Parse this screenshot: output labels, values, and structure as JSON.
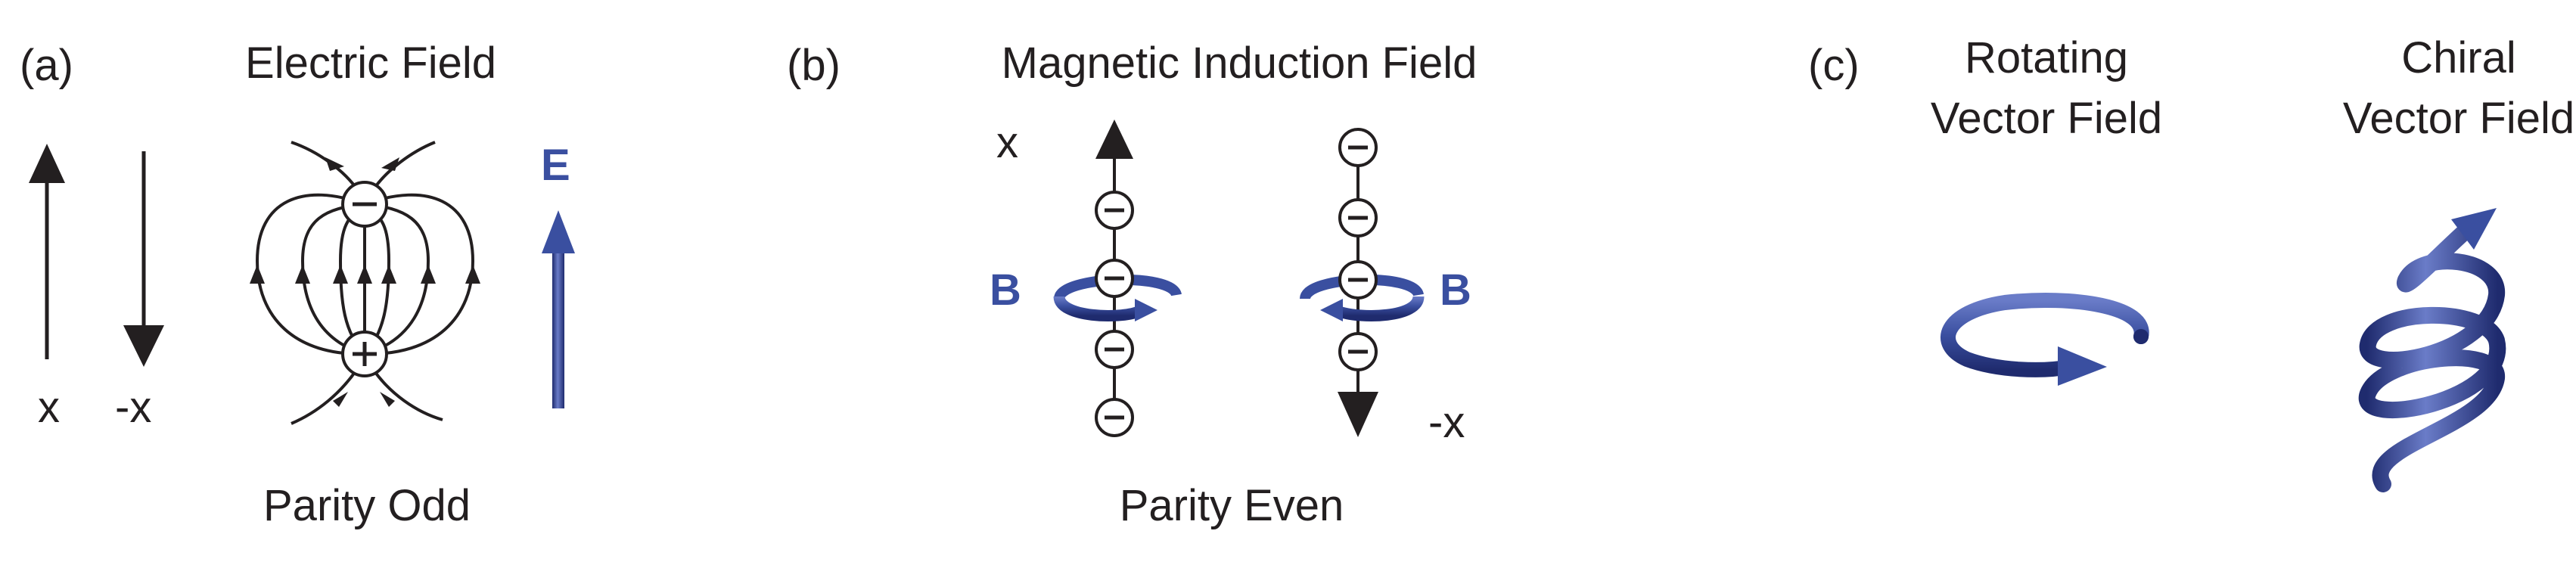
{
  "colors": {
    "ink": "#231f20",
    "field_blue": "#3a4fa0",
    "field_blue_dark": "#1f2b6e",
    "field_blue_light": "#6a7cc8"
  },
  "panel_a": {
    "tag": "(a)",
    "title": "Electric Field",
    "x_label": "x",
    "minus_x_label": "-x",
    "field_symbol": "E",
    "caption": "Parity Odd",
    "charge_top": "−",
    "charge_bottom": "+"
  },
  "panel_b": {
    "tag": "(b)",
    "title": "Magnetic Induction Field",
    "x_label": "x",
    "minus_x_label": "-x",
    "field_symbol_left": "B",
    "field_symbol_right": "B",
    "caption": "Parity Even",
    "charge": "−"
  },
  "panel_c": {
    "tag": "(c)",
    "title_rotating_line1": "Rotating",
    "title_rotating_line2": "Vector Field",
    "title_chiral_line1": "Chiral",
    "title_chiral_line2": "Vector Field"
  }
}
